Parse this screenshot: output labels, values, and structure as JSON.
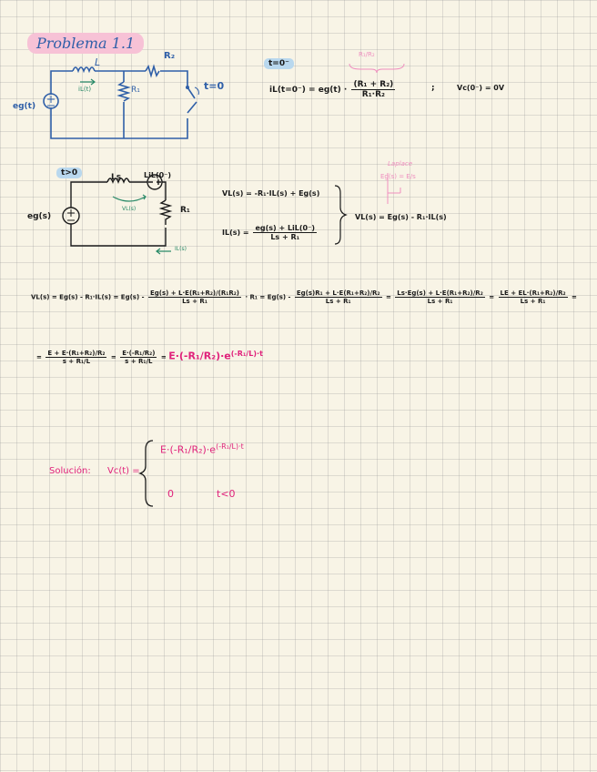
{
  "title": "Problema 1.1",
  "colors": {
    "ink": "#1b1b1b",
    "pink": "#e0227b",
    "blue": "#2f5fa8",
    "green": "#2a8a68",
    "highlight_pink": "#f7c2d6",
    "highlight_blue": "#b9d8ee"
  },
  "circuit1": {
    "source": "eg(t)",
    "inductor": "L",
    "resistor1": "R₁",
    "resistor2": "R₂",
    "current": "iL(t)",
    "switch": "t=0"
  },
  "initial": {
    "tag": "t=0⁻",
    "annot": "R₁/R₂",
    "lhs": "iL(t=0⁻) = eg(t) ·",
    "num": "(R₁ + R₂)",
    "den": "R₁·R₂",
    "sep": ";",
    "vc": "Vc(0⁻) = 0V"
  },
  "circuit2": {
    "tag": "t>0",
    "source": "eg(s)",
    "inductor": "Ls",
    "init_source": "LiL(0⁻)",
    "resistor": "R₁",
    "vl": "VL(s)",
    "current": "IL(s)"
  },
  "laplace": {
    "label": "Laplace",
    "eq": "Eg(s) = E/s"
  },
  "system": {
    "eq1": "VL(s) = -R₁·IL(s) + Eg(s)",
    "eq2_lhs": "IL(s) =",
    "eq2_num": "eg(s) + LiL(0⁻)",
    "eq2_den": "Ls + R₁",
    "result": "VL(s) = Eg(s) - R₁·IL(s)"
  },
  "derivation": {
    "p1": "VL(s) = Eg(s) - R₁·IL(s) = Eg(s) -",
    "f1_num": "Eg(s) + L·E(R₁+R₂)/(R₁R₂)",
    "f1_den": "Ls + R₁",
    "p2": "· R₁ =",
    "p3": "Eg(s) -",
    "f2_num": "Eg(s)R₁ + L·E(R₁+R₂)/R₂",
    "f2_den": "Ls + R₁",
    "p4": "=",
    "f3_num": "Ls·Eg(s) + L·E(R₁+R₂)/R₂",
    "f3_den": "Ls + R₁",
    "p5": "=",
    "f4_num": "LE + EL·(R₁+R₂)/R₂",
    "f4_den": "Ls + R₁",
    "p6": "="
  },
  "simplify": {
    "p0": "=",
    "f1_num": "E + E·(R₁+R₂)/R₂",
    "f1_den": "s + R₁/L",
    "p1": "=",
    "f2_num": "E·(-R₁/R₂)",
    "f2_den": "s + R₁/L",
    "p2": "=",
    "res": "E·(-R₁/R₂)·e",
    "exp": "(-R₁/L)·t"
  },
  "solution": {
    "label": "Solución:",
    "lhs": "Vc(t) =",
    "case1": "E·(-R₁/R₂)·e",
    "case1_exp": "(-R₁/L)·t",
    "case2_val": "0",
    "case2_cond": "t<0"
  }
}
